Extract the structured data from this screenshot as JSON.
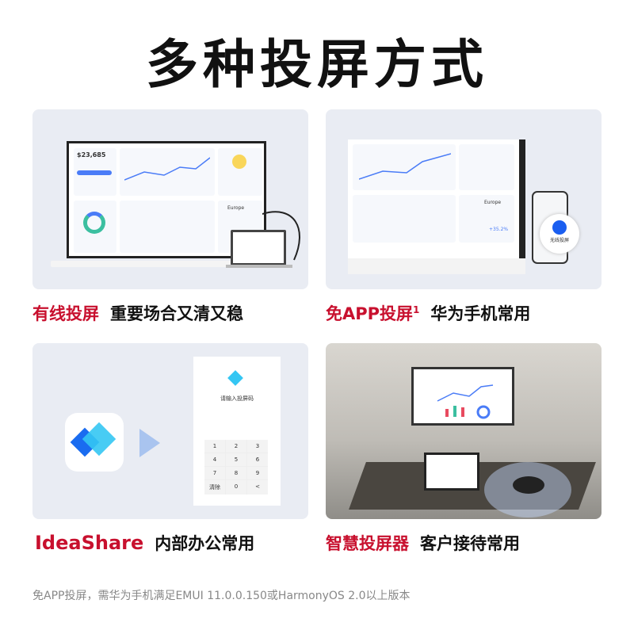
{
  "title": "多种投屏方式",
  "panels": [
    {
      "highlight": "有线投屏",
      "caption": "重要场合又清又稳",
      "screen": {
        "amount": "$23,685",
        "region": "Europe"
      }
    },
    {
      "highlight": "免APP投屏",
      "footnote_mark": "1",
      "caption": "华为手机常用",
      "screen": {
        "region": "Europe",
        "percent": "+35.2%"
      },
      "phone_button": "无线投屏"
    },
    {
      "highlight": "IdeaShare",
      "caption": "内部办公常用",
      "dialog": {
        "title": "请输入投屏码",
        "keys": [
          "1",
          "2",
          "3",
          "4",
          "5",
          "6",
          "7",
          "8",
          "9",
          "清除",
          "0",
          "<"
        ]
      }
    },
    {
      "highlight": "智慧投屏器",
      "caption": "客户接待常用"
    }
  ],
  "footnote": "免APP投屏，需华为手机满足EMUI 11.0.0.150或HarmonyOS 2.0以上版本",
  "colors": {
    "accent": "#c8102e",
    "blue": "#4a7cf7"
  }
}
